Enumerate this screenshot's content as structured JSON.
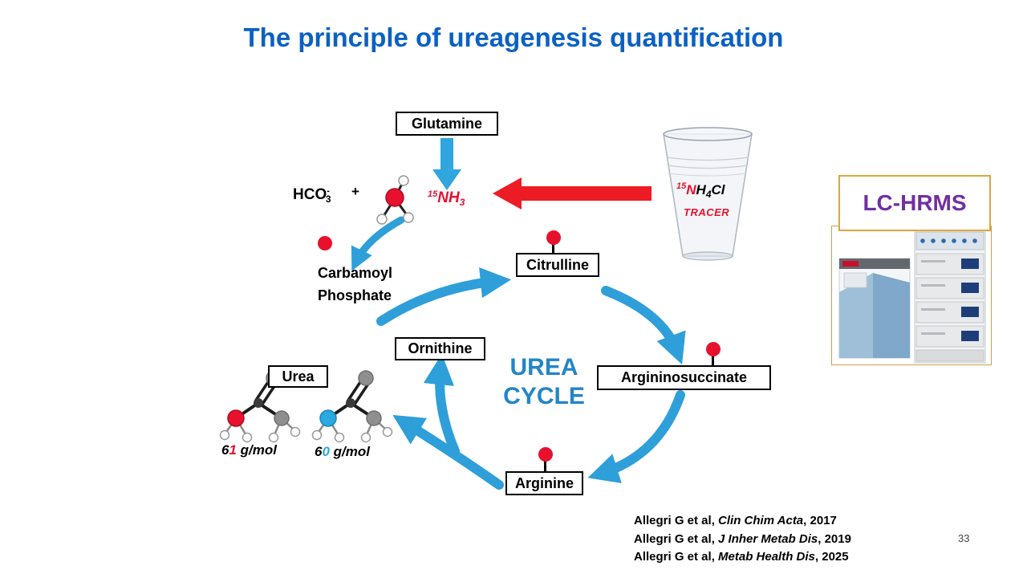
{
  "slide": {
    "title": "The principle of ureagenesis quantification",
    "page_number": "33"
  },
  "pathway": {
    "glutamine": "Glutamine",
    "hco3_main": "HCO",
    "hco3_sup": "-",
    "hco3_sub": "3",
    "plus": "+",
    "nh3_sup": "15",
    "nh3_main": "NH",
    "nh3_sub": "3",
    "carbamoyl_line1": "Carbamoyl",
    "carbamoyl_line2": "Phosphate",
    "citrulline": "Citrulline",
    "ornithine": "Ornithine",
    "argininosuccinate": "Argininosuccinate",
    "arginine": "Arginine",
    "urea": "Urea",
    "cycle_line1": "UREA",
    "cycle_line2": "CYCLE",
    "mass61_prefix": "6",
    "mass61_isotope": "1",
    "mass61_suffix": " g/mol",
    "mass60_prefix": "6",
    "mass60_isotope": "0",
    "mass60_suffix": " g/mol"
  },
  "tracer": {
    "sup": "15",
    "n": "N",
    "h": "H",
    "sub": "4",
    "cl": "Cl",
    "caption": "TRACER"
  },
  "instrument": {
    "label": "LC-HRMS"
  },
  "citations": [
    {
      "pre": "Allegri G et al, ",
      "journal": "Clin Chim Acta",
      "post": ", 2017"
    },
    {
      "pre": "Allegri G et al, ",
      "journal": "J Inher Metab Dis",
      "post": ", 2019"
    },
    {
      "pre": "Allegri G et al, ",
      "journal": "Metab Health Dis",
      "post": ", 2025"
    }
  ],
  "colors": {
    "title_blue": "#0B61C4",
    "cycle_arrow_blue": "#2E9FD9",
    "accent_red": "#E8112D",
    "isotope_blue": "#29A9E0",
    "label_purple": "#7030A0",
    "frame_orange": "#DFA53C"
  }
}
